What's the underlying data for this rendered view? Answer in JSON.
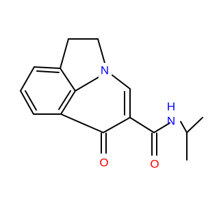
{
  "molecule": {
    "atoms": {
      "n_ring": {
        "symbol": "N",
        "color": "#0000ff"
      },
      "n_amide": {
        "symbol": "N",
        "color": "#0000ff"
      },
      "h_amide": {
        "symbol": "H",
        "color": "#0000ff"
      },
      "o_ketone": {
        "symbol": "O",
        "color": "#ff0000"
      },
      "o_amide": {
        "symbol": "O",
        "color": "#ff0000"
      }
    },
    "bond_color": "#000000"
  }
}
